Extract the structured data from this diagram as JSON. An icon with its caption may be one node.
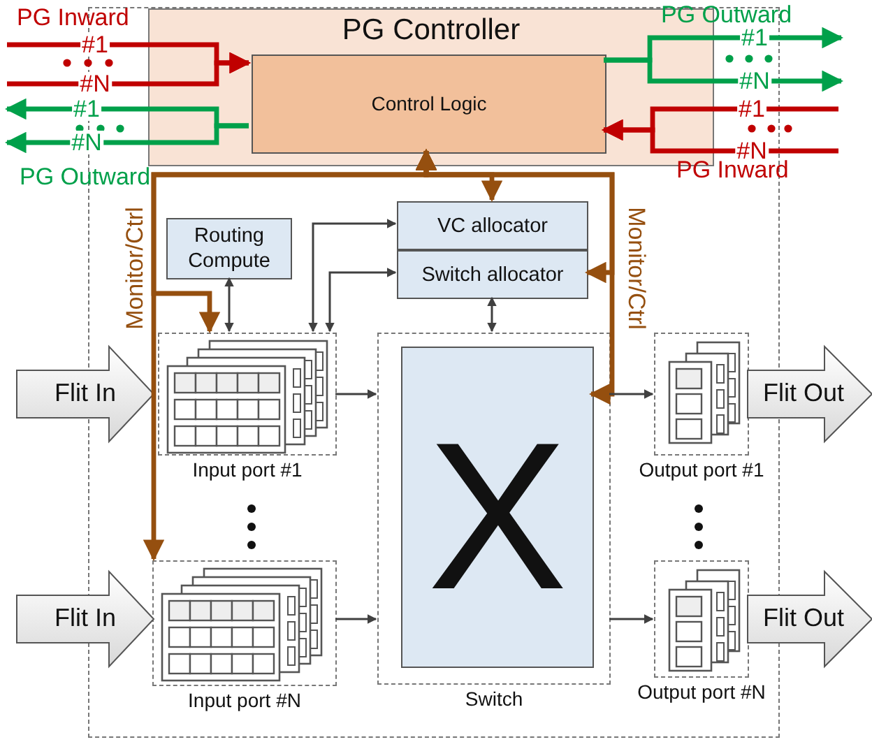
{
  "diagram": {
    "nodes": [
      {
        "text": [],
        "shape": "box"
      },
      {
        "text": [
          "PG Controller"
        ],
        "in": 0
      },
      {
        "text": [
          "Control Logic"
        ],
        "in": 1
      },
      {
        "text": [
          "Routing Compute"
        ],
        "in": 0
      },
      {
        "text": [
          "VC allocator"
        ],
        "in": 0
      },
      {
        "text": [
          "Switch allocator"
        ],
        "in": 0
      },
      {
        "text": [
          "Input port #1"
        ],
        "in": 0
      },
      {
        "text": [
          "Switch"
        ],
        "in": 0
      },
      {
        "text": [
          "X"
        ],
        "in": 7
      },
      {
        "text": [
          "Output port #1"
        ],
        "in": 0
      },
      {
        "text": [
          "Input port #N"
        ],
        "in": 0
      },
      {
        "text": [
          "Output port #N"
        ],
        "in": 0
      },
      {
        "text": [
          "Flit In"
        ]
      },
      {
        "text": [
          "Flit Out"
        ]
      },
      {
        "text": [
          "Flit In"
        ]
      },
      {
        "text": [
          "Flit Out"
        ]
      }
    ],
    "edges": [
      {
        "from": null,
        "to": 2,
        "arrow": "to",
        "label": "#1",
        "color": "#c00000"
      },
      {
        "from": null,
        "to": 2,
        "arrow": "to",
        "label": "#N",
        "color": "#c00000"
      },
      {
        "from": 2,
        "to": null,
        "arrow": "to",
        "label": "#1",
        "color": "#00a04a"
      },
      {
        "from": 2,
        "to": null,
        "arrow": "to",
        "label": "#N",
        "color": "#00a04a"
      },
      {
        "from": 2,
        "to": null,
        "arrow": "to",
        "label": "#1",
        "color": "#00a04a"
      },
      {
        "from": 2,
        "to": null,
        "arrow": "to",
        "label": "#N",
        "color": "#00a04a"
      },
      {
        "from": null,
        "to": 2,
        "arrow": "to",
        "label": "#1",
        "color": "#c00000"
      },
      {
        "from": null,
        "to": 2,
        "arrow": "to",
        "label": "#N",
        "color": "#c00000"
      },
      {
        "from": 2,
        "to": 4,
        "arrow": "both",
        "color": "#954f0f"
      },
      {
        "from": 2,
        "to": 6,
        "arrow": "both",
        "color": "#954f0f"
      },
      {
        "from": 2,
        "to": 10,
        "arrow": "both",
        "color": "#954f0f"
      },
      {
        "from": 2,
        "to": 5,
        "arrow": "both",
        "color": "#954f0f"
      },
      {
        "from": 2,
        "to": 8,
        "arrow": "both",
        "color": "#954f0f"
      },
      {
        "from": 3,
        "to": 6,
        "arrow": "both"
      },
      {
        "from": 6,
        "to": 4,
        "arrow": "both"
      },
      {
        "from": 6,
        "to": 5,
        "arrow": "both"
      },
      {
        "from": 5,
        "to": 7,
        "arrow": "both"
      },
      {
        "from": 6,
        "to": 7,
        "arrow": "to"
      },
      {
        "from": 10,
        "to": 7,
        "arrow": "to"
      },
      {
        "from": 7,
        "to": 9,
        "arrow": "to"
      },
      {
        "from": 7,
        "to": 11,
        "arrow": "to"
      }
    ],
    "labels": [
      "PG Inward",
      "PG Outward",
      "PG Outward",
      "PG Inward",
      "Monitor/Ctrl",
      "Monitor/Ctrl"
    ]
  }
}
